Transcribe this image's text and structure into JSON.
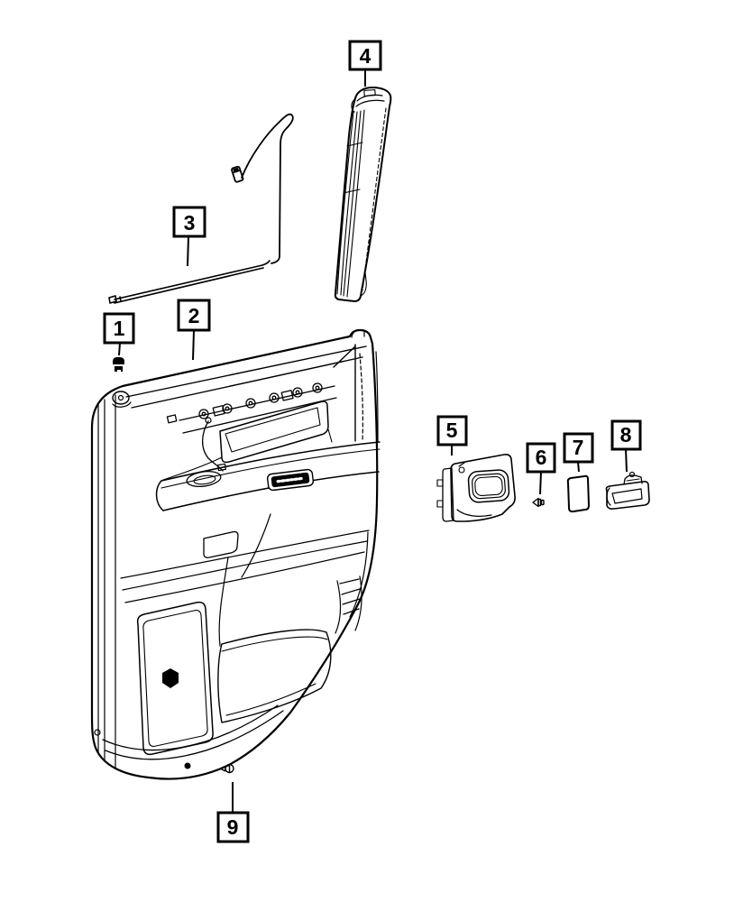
{
  "diagram": {
    "background": "#ffffff",
    "ink": "#000000",
    "callouts": [
      {
        "number": "1"
      },
      {
        "number": "2"
      },
      {
        "number": "3"
      },
      {
        "number": "4"
      },
      {
        "number": "5"
      },
      {
        "number": "6"
      },
      {
        "number": "7"
      },
      {
        "number": "8"
      },
      {
        "number": "9"
      }
    ]
  }
}
